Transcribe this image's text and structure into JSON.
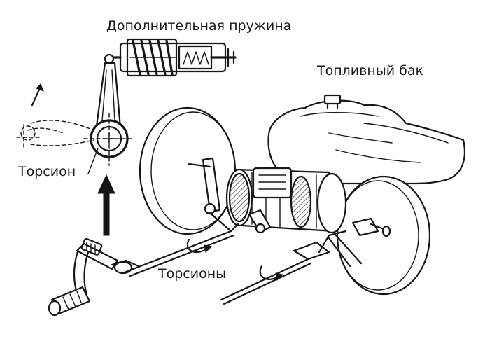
{
  "labels": {
    "additional_spring": "Дополнительная пружина",
    "fuel_tank": "Топливный бак",
    "torsion": "Торсион",
    "torsions": "Торсионы"
  },
  "colors": {
    "ink": "#161616",
    "background": "#ffffff"
  }
}
